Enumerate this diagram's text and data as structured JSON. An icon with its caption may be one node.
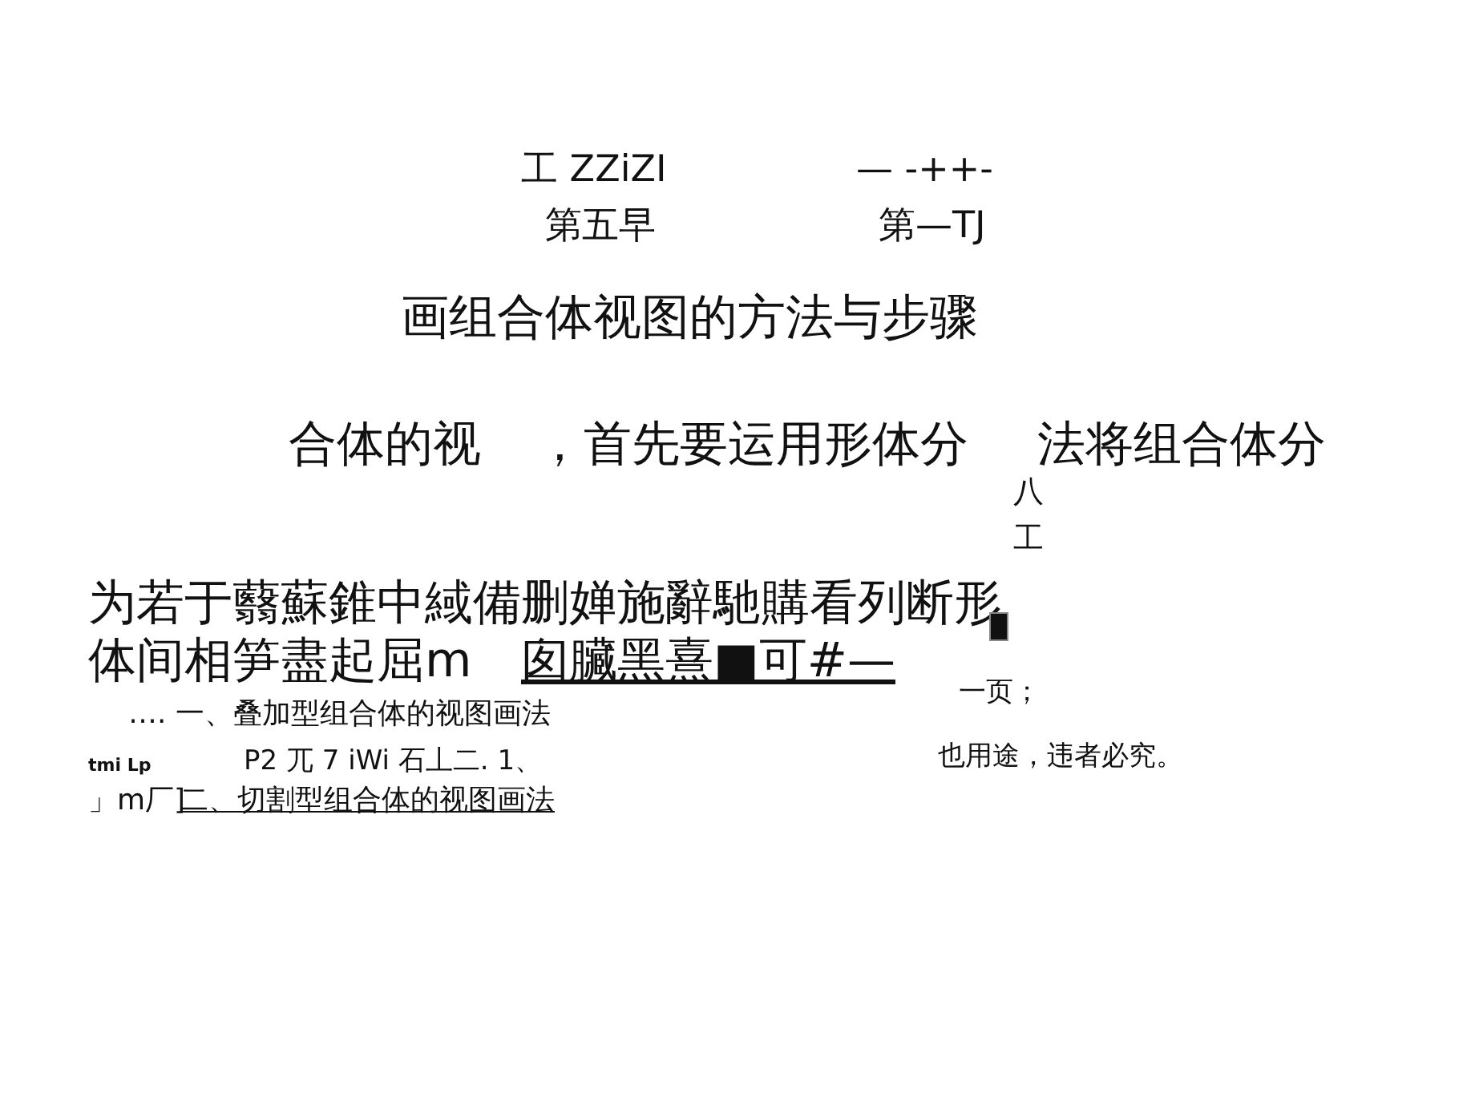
{
  "diagram": {
    "title": "画组合体视图的方法与步骤",
    "labels": [
      "工 ZZiZI",
      "— -++-",
      "第五早",
      "第—TJ",
      "合体的视",
      "，首先要运用形体分",
      "法将组合体分",
      "八",
      "工",
      "为若于蘙蘇錐中緎備删婵施辭馳購看列断形",
      "体间相笋盡起屈m",
      "囱臟黑熹■可#—",
      "一页；",
      "…. 一、叠加型组合体的视图画法",
      "tmi Lp",
      "P2 兀 7 iWi 石丄二. 1、",
      "也用途，违者必究。",
      "」m厂]",
      "二、切割型组合体的视图画法"
    ]
  }
}
